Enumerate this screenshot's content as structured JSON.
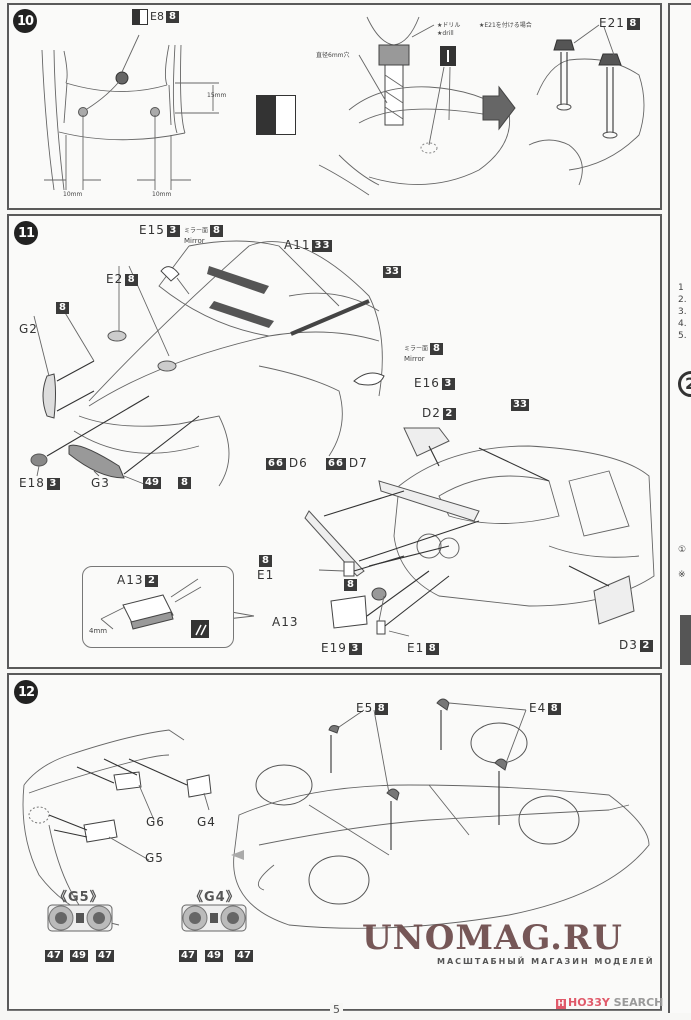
{
  "page_number": "5",
  "steps": [
    {
      "number": "10",
      "labels": {
        "e8": "E8",
        "e8_color": "8",
        "dim_15": "15mm",
        "dim_10_left": "10mm",
        "dim_10_right": "10mm",
        "drill_jp": "★ドリル",
        "drill_en": "★drill",
        "hole_jp": "直径6mm穴",
        "e21_note_jp": "★E21を付ける場合",
        "e21": "E21",
        "e21_color": "8"
      }
    },
    {
      "number": "11",
      "labels": {
        "e15": "E15",
        "e15_color": "3",
        "mirror_jp_1": "ミラー面",
        "mirror_color_1": "8",
        "mirror_en_1": "Mirror",
        "a11": "A11",
        "a11_color": "33",
        "e2": "E2",
        "e2_color": "8",
        "color_8_hood": "8",
        "g2": "G2",
        "color_33_side": "33",
        "mirror_jp_2": "ミラー面",
        "mirror_color_2": "8",
        "mirror_en_2": "Mirror",
        "e16": "E16",
        "e16_color": "3",
        "d2": "D2",
        "d2_color": "2",
        "color_33_rear": "33",
        "d6": "D6",
        "d6_color": "66",
        "d7": "D7",
        "d7_color": "66",
        "e18": "E18",
        "e18_color": "3",
        "g3": "G3",
        "color_49": "49",
        "color_8_bumper": "8",
        "e1_left": "E1",
        "e1_left_color": "8",
        "color_8_plate": "8",
        "a13_detail": "A13",
        "a13_detail_color": "2",
        "dim_4": "4mm",
        "a13": "A13",
        "e19": "E19",
        "e19_color": "3",
        "e1_right": "E1",
        "e1_right_color": "8",
        "d3": "D3",
        "d3_color": "2"
      }
    },
    {
      "number": "12",
      "labels": {
        "e5": "E5",
        "e5_color": "8",
        "e4": "E4",
        "e4_color": "8",
        "g6": "G6",
        "g4": "G4",
        "g5": "G5",
        "g5_detail_title": "《G5》",
        "g4_detail_title": "《G4》",
        "g5_colors": [
          "47",
          "49",
          "47"
        ],
        "g4_colors": [
          "47",
          "49",
          "47"
        ]
      }
    }
  ],
  "right_column": {
    "list_numbers": [
      "1",
      "2.",
      "3.",
      "4.",
      "5."
    ],
    "circle_step": "2",
    "fragments": [
      "①",
      "※"
    ]
  },
  "watermark": {
    "title": "UNOMAG.RU",
    "subtitle": "МАСШТАБНЫЙ МАГАЗИН МОДЕЛЕЙ"
  },
  "hobby_search": {
    "icon": "H",
    "brand_red": "HO33Y",
    "brand_gray": " SEARCH"
  }
}
